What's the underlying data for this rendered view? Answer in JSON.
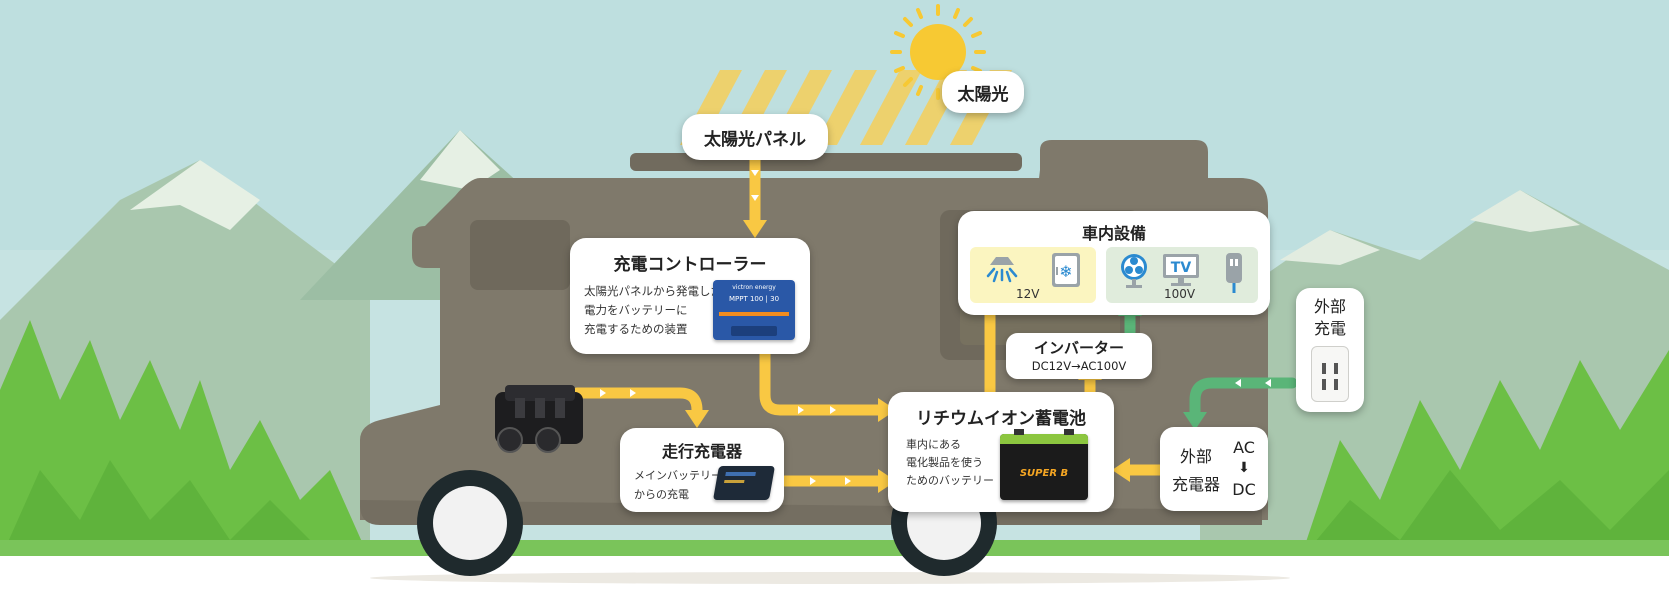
{
  "colors": {
    "sky": "#bfe0e0",
    "van": "#807a6c",
    "flow_solar_dc": "#f9c843",
    "flow_ac": "#5ab578",
    "sun": "#f7c933",
    "forest": "#6cc04a",
    "panel_12v": "#fbf5c0",
    "panel_100v": "#e0ecdc"
  },
  "sunlight": {
    "label": "太陽光"
  },
  "solar_panel": {
    "label": "太陽光パネル"
  },
  "charge_controller": {
    "title": "充電コントローラー",
    "desc_lines": [
      "太陽光パネルから発電した",
      "電力をバッテリーに",
      "充電するための装置"
    ],
    "device_brand": "victron energy",
    "device_text": "MPPT 100 | 30"
  },
  "travel_charger": {
    "title": "走行充電器",
    "desc_lines": [
      "メインバッテリー",
      "からの充電"
    ]
  },
  "battery": {
    "title": "リチウムイオン蓄電池",
    "desc_lines": [
      "車内にある",
      "電化製品を使う",
      "ためのバッテリー"
    ],
    "brand": "SUPER B"
  },
  "inverter": {
    "title": "インバーター",
    "sub": "DC12V→AC100V"
  },
  "interior": {
    "title": "車内設備",
    "label_12v": "12V",
    "label_100v": "100V",
    "tv_text": "TV",
    "icons_12v": [
      "lamp-icon",
      "fridge-icon"
    ],
    "icons_100v": [
      "fan-icon",
      "tv-icon",
      "charger-icon"
    ]
  },
  "external_charger": {
    "title_lines": [
      "外部",
      "充電器"
    ],
    "ac": "AC",
    "arrow": "⬇",
    "dc": "DC"
  },
  "external_power": {
    "title_lines": [
      "外部",
      "充電"
    ],
    "icon": "outlet-icon"
  },
  "engine": {
    "icon": "engine-icon"
  }
}
